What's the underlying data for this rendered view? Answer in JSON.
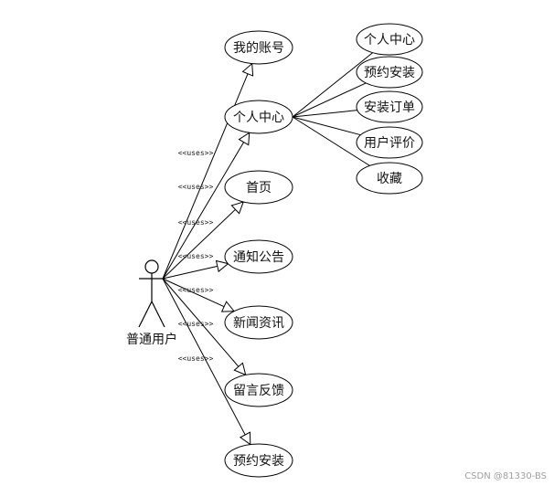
{
  "actor": {
    "label": "普通用户"
  },
  "stereotype": "<<uses>>",
  "primary_use_cases": [
    "我的账号",
    "个人中心",
    "首页",
    "通知公告",
    "新闻资讯",
    "留言反馈",
    "预约安装"
  ],
  "sub_use_cases": [
    "个人中心",
    "预约安装",
    "安装订单",
    "用户评价",
    "收藏"
  ],
  "watermark": "CSDN @81330-BS"
}
